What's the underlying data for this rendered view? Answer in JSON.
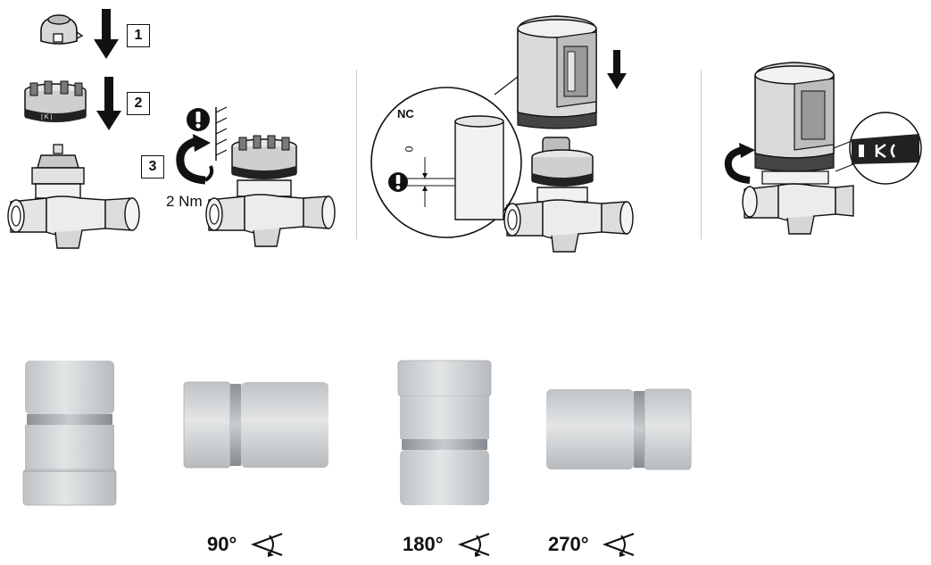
{
  "steps": [
    {
      "number": "1"
    },
    {
      "number": "2"
    },
    {
      "number": "3"
    }
  ],
  "torque_label": "2 Nm",
  "position_label": "NC",
  "gap_value": "0",
  "orientation_angles": [
    "90°",
    "180°",
    "270°"
  ],
  "colors": {
    "ink": "#111111",
    "actuator_body": "#cfd2d4",
    "actuator_band": "#9ea3a7"
  }
}
